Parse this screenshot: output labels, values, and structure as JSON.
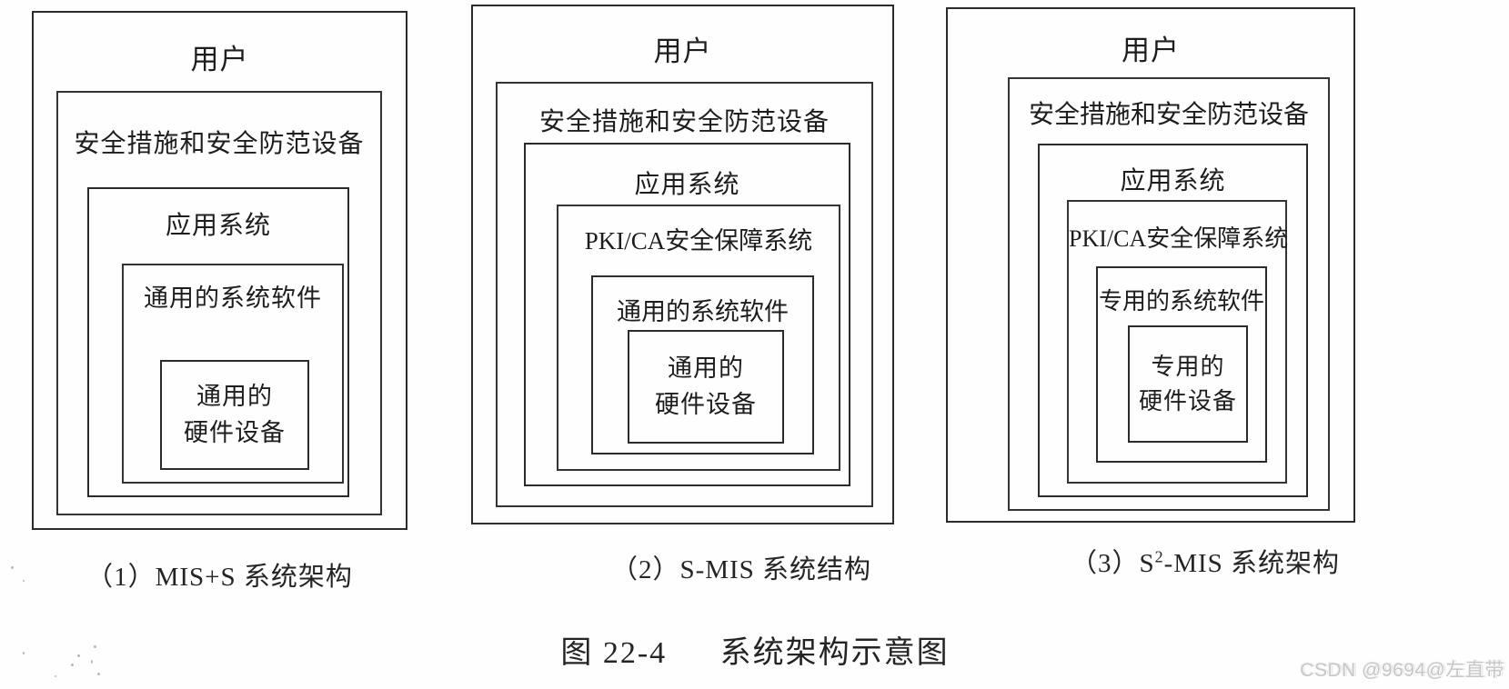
{
  "figure": {
    "caption_prefix": "图 22-4",
    "caption_title": "系统架构示意图"
  },
  "panels": [
    {
      "caption_pre": "（1）MIS+S 系统架构",
      "caption_sup": "",
      "caption_post": "",
      "layers": [
        "用户",
        "安全措施和安全防范设备",
        "应用系统",
        "通用的系统软件"
      ],
      "core": [
        "通用的",
        "硬件设备"
      ]
    },
    {
      "caption_pre": "（2）S-MIS 系统结构",
      "caption_sup": "",
      "caption_post": "",
      "layers": [
        "用户",
        "安全措施和安全防范设备",
        "应用系统",
        "PKI/CA安全保障系统",
        "通用的系统软件"
      ],
      "core": [
        "通用的",
        "硬件设备"
      ]
    },
    {
      "caption_pre": "（3）S",
      "caption_sup": "2",
      "caption_post": "-MIS 系统架构",
      "layers": [
        "用户",
        "安全措施和安全防范设备",
        "应用系统",
        "PKI/CA安全保障系统",
        "专用的系统软件"
      ],
      "core": [
        "专用的",
        "硬件设备"
      ]
    }
  ],
  "watermark": {
    "text": "CSDN @9694@左直带"
  }
}
